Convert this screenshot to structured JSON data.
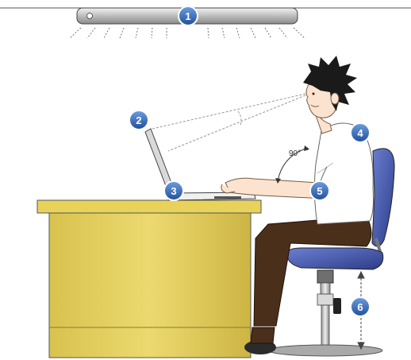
{
  "angle_label": "90°",
  "badges": [
    {
      "label": "1",
      "name": "ceiling-light"
    },
    {
      "label": "2",
      "name": "laptop-screen"
    },
    {
      "label": "3",
      "name": "laptop-keyboard"
    },
    {
      "label": "4",
      "name": "shoulder-posture"
    },
    {
      "label": "5",
      "name": "elbow-position"
    },
    {
      "label": "6",
      "name": "chair-height"
    }
  ],
  "colors": {
    "badge_fill": "#2f5fa8",
    "desk_top": "#e8d25a",
    "desk_body": "#e3cf64",
    "chair": "#3d4fa0",
    "pants": "#4a2f1b",
    "shirt": "#ffffff",
    "hair": "#1a1a1a",
    "skin": "#fbe3cf"
  }
}
